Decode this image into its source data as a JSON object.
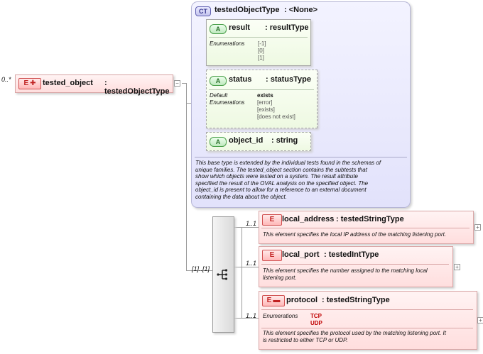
{
  "root": {
    "multiplicity": "0..*",
    "tag": "E",
    "name": "tested_object",
    "type": ": testedObjectType"
  },
  "complex_type": {
    "tag": "CT",
    "name": "testedObjectType",
    "base": ": <None>",
    "attributes": [
      {
        "tag": "A",
        "name": "result",
        "type": ": resultType",
        "enum_label": "Enumerations",
        "values": [
          "[-1]",
          "[0]",
          "[1]"
        ]
      },
      {
        "tag": "A",
        "name": "status",
        "type": ": statusType",
        "default_label": "Default",
        "default_value": "exists",
        "enum_label": "Enumerations",
        "values": [
          "[error]",
          "[exists]",
          "[does not exist]"
        ]
      },
      {
        "tag": "A",
        "name": "object_id",
        "type": ": string"
      }
    ],
    "description": [
      "This base type is extended by the individual tests found in the schemas of",
      "unique families.  The tested_object section contains the subtests that",
      "show which objects were tested on a system. The result attribute",
      "specified the result of the OVAL analysis on the specified object. The",
      "object_id is present to allow for a reference to an external document",
      "containing the data about the object."
    ]
  },
  "sequence": {
    "multiplicity": "[1]..[1]"
  },
  "children": [
    {
      "multiplicity": "1..1",
      "tag": "E",
      "name": "local_address",
      "type": ": testedStringType",
      "description": [
        "This element specifies the local IP address of the matching listening port."
      ]
    },
    {
      "multiplicity": "1..1",
      "tag": "E",
      "name": "local_port",
      "type": ": testedIntType",
      "description": [
        "This element specifies the number assigned to the matching local",
        "listening port."
      ]
    },
    {
      "multiplicity": "1..1",
      "tag": "E",
      "name": "protocol",
      "type": ": testedStringType",
      "enum_label": "Enumerations",
      "values": [
        "TCP",
        "UDP"
      ],
      "description": [
        "This element specifies the protocol used by the matching listening port.  It",
        "is restricted to either TCP or UDP."
      ]
    }
  ],
  "icons": {
    "collapse": "minus-toggle-icon",
    "expand": "plus-toggle-icon",
    "sequence": "sequence-compositor-icon"
  }
}
